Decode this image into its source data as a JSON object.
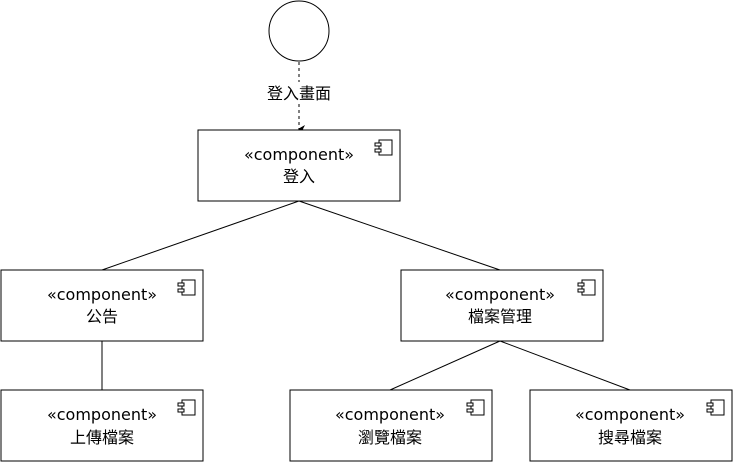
{
  "diagram": {
    "start_node": "initial-circle",
    "entry_edge_label": "登入畫面",
    "components": [
      {
        "id": "login",
        "stereotype": "«component»",
        "name": "登入"
      },
      {
        "id": "notice",
        "stereotype": "«component»",
        "name": "公告"
      },
      {
        "id": "files",
        "stereotype": "«component»",
        "name": "檔案管理"
      },
      {
        "id": "upload",
        "stereotype": "«component»",
        "name": "上傳檔案"
      },
      {
        "id": "browse",
        "stereotype": "«component»",
        "name": "瀏覽檔案"
      },
      {
        "id": "search",
        "stereotype": "«component»",
        "name": "搜尋檔案"
      }
    ],
    "connections": [
      {
        "from": "start",
        "to": "login",
        "style": "dashed-arrow"
      },
      {
        "from": "login",
        "to": "notice",
        "style": "line"
      },
      {
        "from": "login",
        "to": "files",
        "style": "line"
      },
      {
        "from": "notice",
        "to": "upload",
        "style": "line"
      },
      {
        "from": "files",
        "to": "browse",
        "style": "line"
      },
      {
        "from": "files",
        "to": "search",
        "style": "line"
      }
    ],
    "component_icon": "uml-component-icon",
    "colors": {
      "stroke": "#000000",
      "fill": "#ffffff"
    }
  }
}
